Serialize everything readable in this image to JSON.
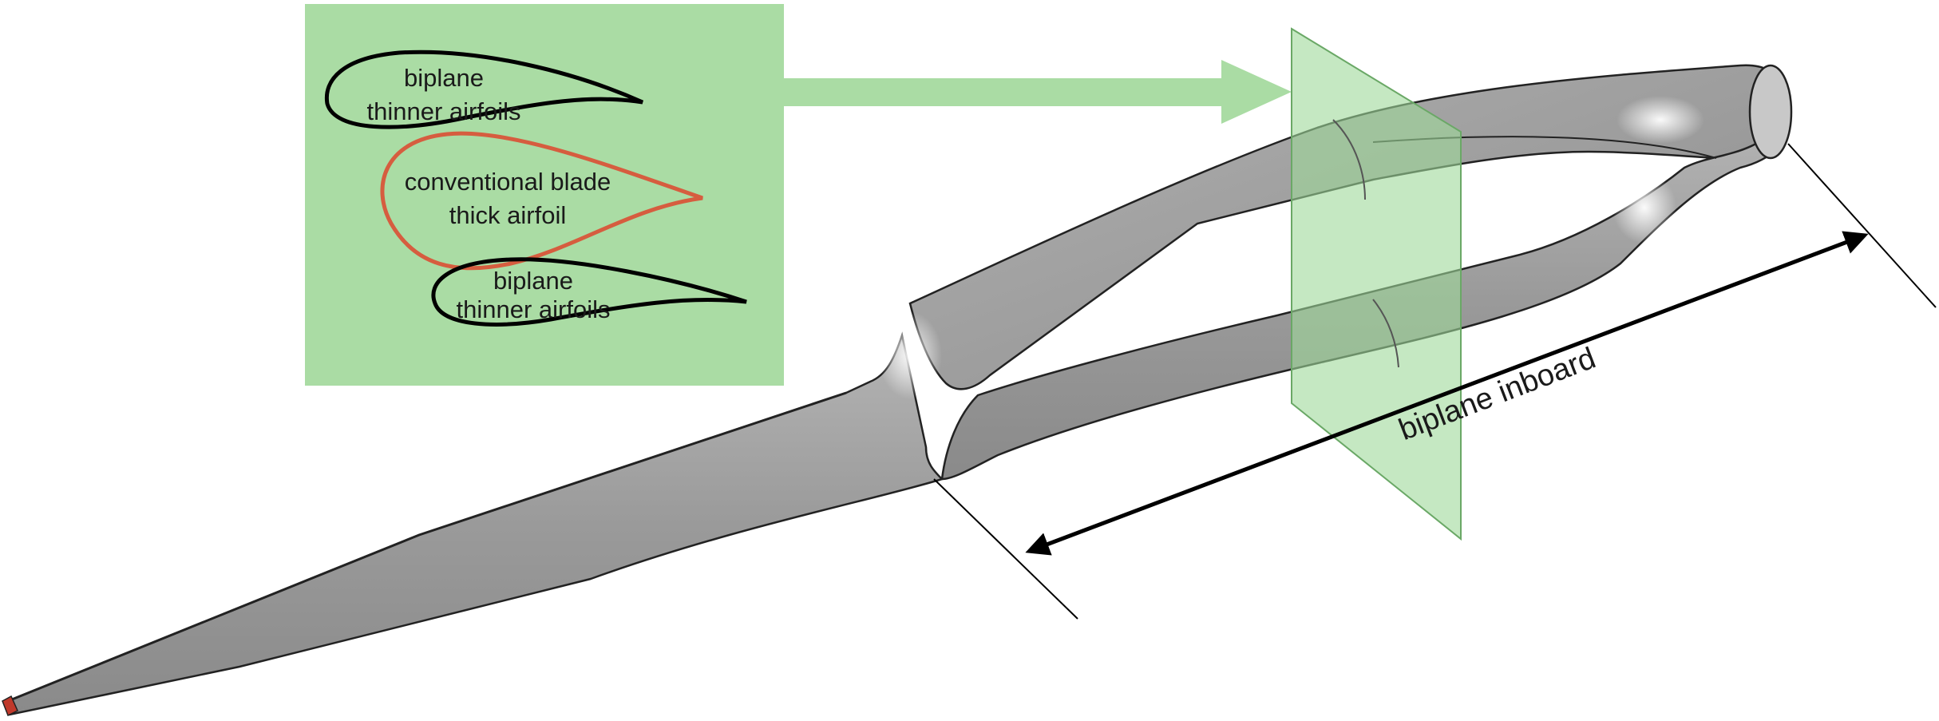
{
  "inset": {
    "upper_airfoil": {
      "line1": "biplane",
      "line2": "thinner airfoils"
    },
    "middle_airfoil": {
      "line1": "conventional blade",
      "line2": "thick airfoil"
    },
    "lower_airfoil": {
      "line1": "biplane",
      "line2": "thinner airfoils"
    }
  },
  "dimension_label": "biplane inboard",
  "colors": {
    "inset_bg": "#aadca4",
    "conventional_airfoil": "#d65d3f",
    "biplane_airfoil": "#000000",
    "section_plane": "#9ed99a",
    "blade_grey": "#a8a8a8",
    "blade_tip": "#c0392b"
  }
}
